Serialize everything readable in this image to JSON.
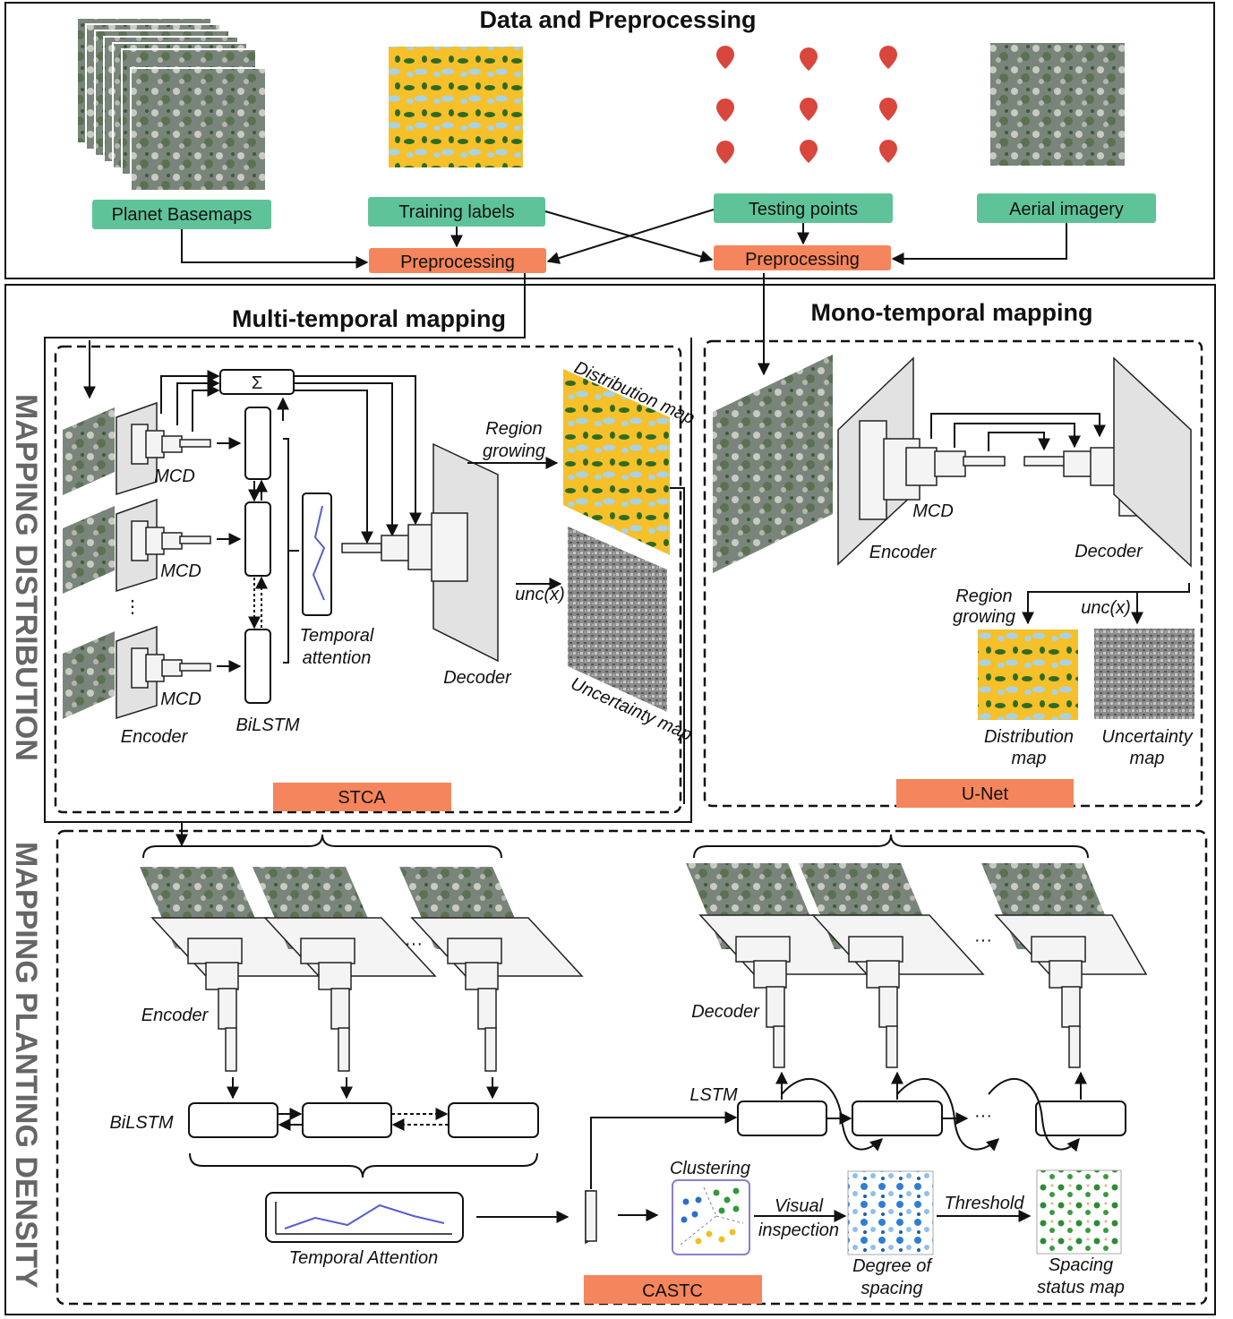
{
  "colors": {
    "green_box": "#5fc39a",
    "orange_box": "#f5855c",
    "pin": "#d9463c",
    "yellow": "#f5c02a",
    "forest": "#2f6b22",
    "lightblue": "#a9d3e4",
    "satellite": "#7a8578",
    "attention_line": "#5560d0"
  },
  "top": {
    "title": "Data and Preprocessing",
    "planet": "Planet Basemaps",
    "training": "Training labels",
    "testing": "Testing points",
    "aerial": "Aerial imagery",
    "pre_left": "Preprocessing",
    "pre_right": "Preprocessing"
  },
  "side": {
    "distribution": "MAPPING DISTRIBUTION",
    "density": "MAPPING PLANTING DENSITY"
  },
  "multi": {
    "title": "Multi-temporal mapping",
    "sigma": "Σ",
    "mcd1": "MCD",
    "mcd2": "MCD",
    "mcd3": "MCD",
    "dots": "⋮",
    "encoder": "Encoder",
    "bilstm": "BiLSTM",
    "temporal1": "Temporal",
    "temporal2": "attention",
    "decoder": "Decoder",
    "region1": "Region",
    "region2": "growing",
    "unc": "unc(x)",
    "dist_map": "Distribution map",
    "unc_map": "Uncertainty map",
    "badge": "STCA"
  },
  "mono": {
    "title": "Mono-temporal mapping",
    "mcd": "MCD",
    "encoder": "Encoder",
    "decoder": "Decoder",
    "region1": "Region",
    "region2": "growing",
    "unc": "unc(x)",
    "dist1": "Distribution",
    "dist2": "map",
    "unc1": "Uncertainty",
    "unc2": "map",
    "badge": "U-Net"
  },
  "density": {
    "encoder": "Encoder",
    "decoder": "Decoder",
    "bilstm": "BiLSTM",
    "lstm": "LSTM",
    "ellipsis": "···",
    "temporal_attention": "Temporal Attention",
    "clustering": "Clustering",
    "visual1": "Visual",
    "visual2": "inspection",
    "threshold": "Threshold",
    "degree1": "Degree of",
    "degree2": "spacing",
    "spacing1": "Spacing",
    "spacing2": "status map",
    "badge": "CASTC"
  }
}
